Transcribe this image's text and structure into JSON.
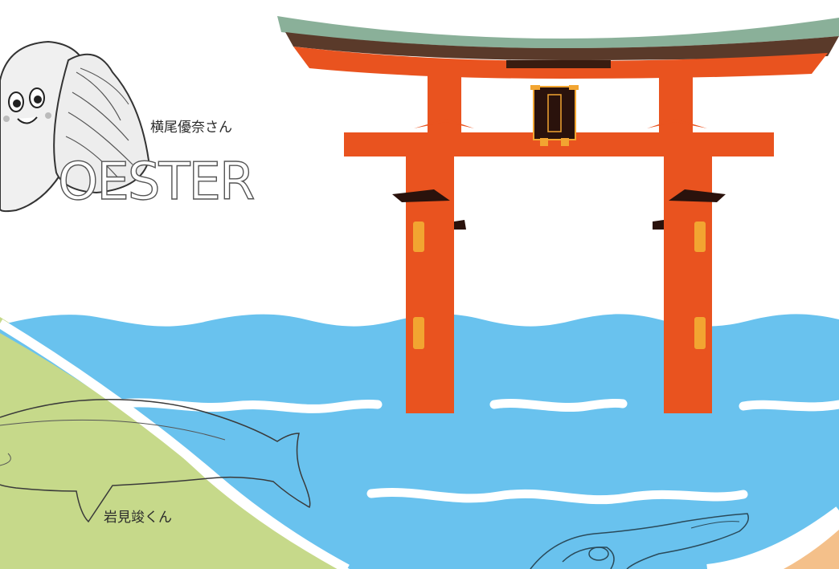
{
  "illustration": {
    "captions": {
      "oyster_artist": "横尾優奈さん",
      "whale_artist": "岩見竣くん"
    },
    "oyster_logo_text": "OESTER",
    "colors": {
      "sea": "#69c2ee",
      "land_green": "#c6d98a",
      "torii_red": "#e9531f",
      "torii_roof_green": "#8ab099",
      "torii_roof_brown": "#5a3a2a",
      "ornament_gold": "#f2a531",
      "plaque_dark": "#2a120c",
      "wave_white": "#ffffff",
      "corner_peach": "#f4c08a"
    },
    "icons": [
      "oyster-mascot-icon",
      "whale-sketch-icon",
      "fish-sketch-icon",
      "torii-gate-icon"
    ]
  }
}
